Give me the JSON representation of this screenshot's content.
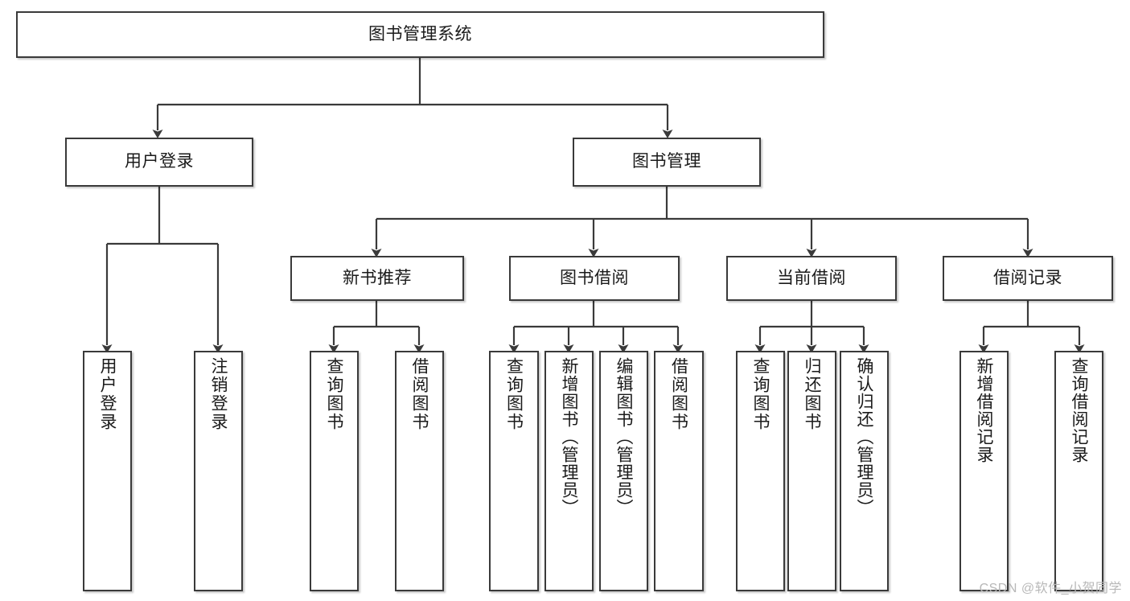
{
  "diagram": {
    "type": "tree-hierarchy",
    "title": "图书管理系统",
    "watermark": "CSDN @软件_小贺同学",
    "colors": {
      "box_border": "#3a3a3a",
      "box_fill": "#ffffff",
      "text": "#1a1a1a",
      "connector": "#3a3a3a",
      "watermark": "#b8b8b8",
      "background": "#ffffff"
    },
    "levels": {
      "root": {
        "label": "图书管理系统"
      },
      "level2": [
        {
          "label": "用户登录"
        },
        {
          "label": "图书管理"
        }
      ],
      "level3": [
        {
          "label": "新书推荐"
        },
        {
          "label": "图书借阅"
        },
        {
          "label": "当前借阅"
        },
        {
          "label": "借阅记录"
        }
      ],
      "leaves": {
        "user_login": [
          {
            "label": "用户登录"
          },
          {
            "label": "注销登录"
          }
        ],
        "new_book_recommend": [
          {
            "label": "查询图书"
          },
          {
            "label": "借阅图书"
          }
        ],
        "book_borrow": [
          {
            "label": "查询图书"
          },
          {
            "label": "新增图书（管理员）"
          },
          {
            "label": "编辑图书（管理员）"
          },
          {
            "label": "借阅图书"
          }
        ],
        "current_borrow": [
          {
            "label": "查询图书"
          },
          {
            "label": "归还图书"
          },
          {
            "label": "确认归还（管理员）"
          }
        ],
        "borrow_record": [
          {
            "label": "新增借阅记录"
          },
          {
            "label": "查询借阅记录"
          }
        ]
      }
    }
  }
}
